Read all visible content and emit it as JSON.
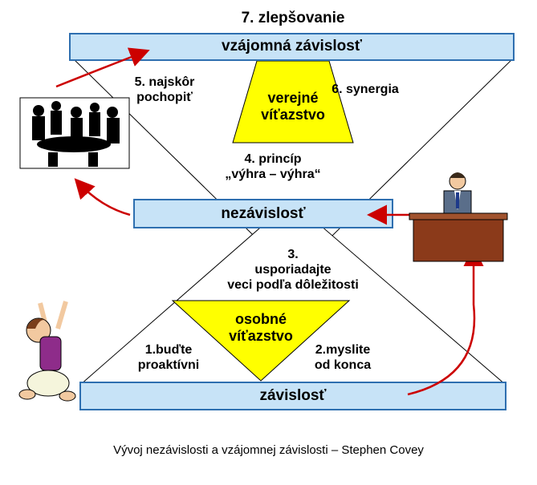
{
  "title": "7. zlepšovanie",
  "bars": {
    "top": "vzájomná závislosť",
    "middle": "nezávislosť",
    "bottom": "závislosť"
  },
  "center": {
    "public": [
      "verejné",
      "víťazstvo"
    ],
    "private": [
      "osobné",
      "víťazstvo"
    ]
  },
  "habits": {
    "h1": [
      "1.buďte",
      "proaktívni"
    ],
    "h2": [
      "2.myslite",
      "od konca"
    ],
    "h3": [
      "3.",
      "usporiadajte",
      "veci podľa dôležitosti"
    ],
    "h4": [
      "4. princíp",
      "„výhra – výhra“"
    ],
    "h5": [
      "5. najskôr",
      "pochopiť"
    ],
    "h6": "6. synergia"
  },
  "caption": "Vývoj nezávislosti a vzájomnej závislosti – Stephen Covey",
  "colors": {
    "bar_fill": "#C7E3F7",
    "bar_stroke": "#2E6FB0",
    "triangle_fill": "#FFFF00",
    "arrow": "#CC0000",
    "desk": "#8B3A1A"
  }
}
